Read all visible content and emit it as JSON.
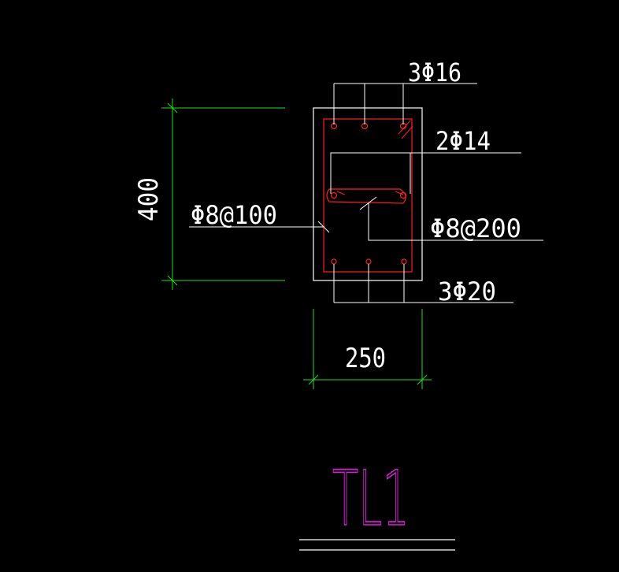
{
  "colors": {
    "background": "#000000",
    "section": "#ffffff",
    "rebar": "#ff2020",
    "dimension": "#20e020",
    "title": "#e020e0"
  },
  "labels": {
    "top_bars": "3Φ16",
    "waist_bars": "2Φ14",
    "stirrup_outer": "Φ8@100",
    "stirrup_tie": "Φ8@200",
    "bottom_bars": "3Φ20"
  },
  "dimensions": {
    "height": "400",
    "width": "250"
  },
  "title": "TL1"
}
